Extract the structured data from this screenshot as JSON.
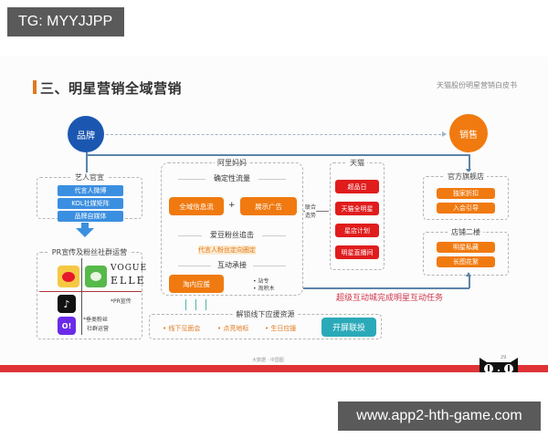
{
  "watermarks": {
    "top_left": "TG: MYYJJPP",
    "bottom_right": "www.app2-hth-game.com"
  },
  "slide": {
    "title": "三、明星营销全域营销",
    "subtitle": "天猫股份明星营销白皮书",
    "footer": "大数据 · 中国图",
    "page_number": "29",
    "brand_circle": "品牌",
    "sales_circle": "销售",
    "artist": {
      "label": "艺人官宣",
      "items": [
        "代言人微博",
        "KOL社媒矩阵",
        "品牌自媒体"
      ]
    },
    "pr": {
      "label": "PR宣传及粉丝社群运营",
      "vogue_elle": [
        "VOGUE",
        "ELLE"
      ],
      "pr_note": "*PR宣传",
      "fan_note_1": "*垂类粉丝",
      "fan_note_2": "社群运营",
      "logos": [
        "weibo-logo",
        "wechat-logo",
        "douyin-logo",
        "app-logo"
      ]
    },
    "alimama": {
      "label": "阿里妈妈",
      "section1": "确定性流量",
      "btn1": "全域信息流",
      "plus": "+",
      "btn2": "展示广告",
      "section2": "爱豆粉丝追击",
      "highlight": "代言人粉丝定向圈定",
      "section3": "互动承接",
      "btn3": "淘内应援",
      "bullets": [
        "• 站专",
        "• 淘积木"
      ]
    },
    "joint": [
      "联合",
      "造势"
    ],
    "tmall": {
      "label": "天猫",
      "items": [
        "超品日",
        "天猫全明星",
        "星店计划",
        "明星直播间"
      ]
    },
    "official_store": {
      "label": "官方旗舰店",
      "items": [
        "独家折扣",
        "入会引导"
      ]
    },
    "store_2f": {
      "label": "店铺二楼",
      "items": [
        "明星私藏",
        "长图花絮"
      ]
    },
    "super_caption": "超级互动城完成明星互动任务",
    "offline": {
      "label": "解锁线下应援资源",
      "items": [
        "• 线下见面会",
        "• 点亮地标",
        "• 生日应援"
      ],
      "button": "开屏联投"
    }
  },
  "colors": {
    "brand_blue": "#1b57b1",
    "orange": "#f07a10",
    "tmall_red": "#e01c1c",
    "teal": "#2aaab9",
    "band_red": "#df3336"
  }
}
